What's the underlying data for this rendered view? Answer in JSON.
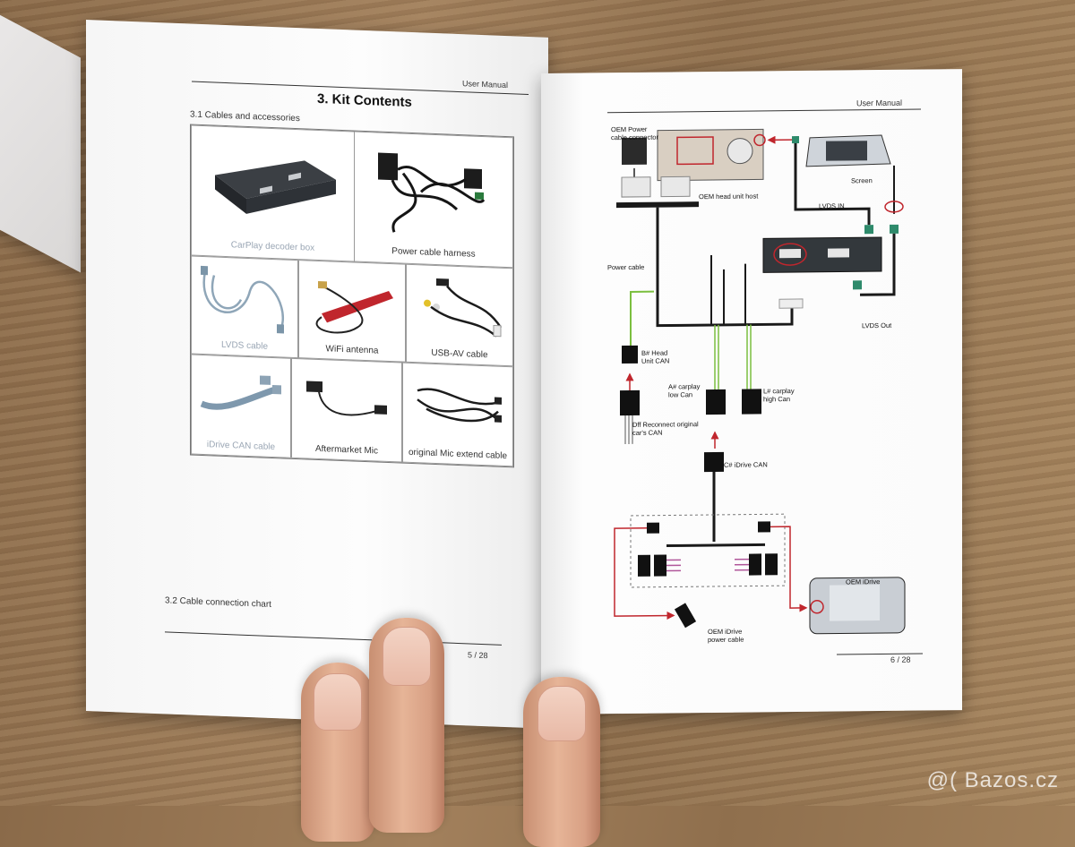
{
  "left_page": {
    "header": "User Manual",
    "title": "3. Kit Contents",
    "section_1": "3.1  Cables and accessories",
    "items": [
      "CarPlay decoder box",
      "Power cable harness",
      "LVDS cable",
      "WiFi antenna",
      "USB-AV cable",
      "iDrive CAN cable",
      "Aftermarket Mic",
      "original Mic extend cable"
    ],
    "section_2": "3.2 Cable connection chart",
    "page_number": "5 / 28"
  },
  "right_page": {
    "header": "User Manual",
    "labels": {
      "oem_power_connector": "OEM Power cable connector",
      "oem_head_unit_host": "OEM head unit host",
      "screen": "Screen",
      "lvds_in": "LVDS IN",
      "power_cable": "Power cable",
      "lvds_out": "LVDS Out",
      "b_head_unit_can": "B# Head Unit CAN",
      "a_carplay_low_can": "A# carplay low Can",
      "l_carplay_high_can": "L# carplay high Can",
      "diff_reconnect": "Dff Reconnect original car's CAN",
      "c_idrive_can": "C# iDrive CAN",
      "oem_idrive": "OEM iDrive",
      "oem_idrive_power": "OEM iDrive power cable"
    },
    "page_number": "6 / 28"
  },
  "watermark": "@( Bazos.cz"
}
